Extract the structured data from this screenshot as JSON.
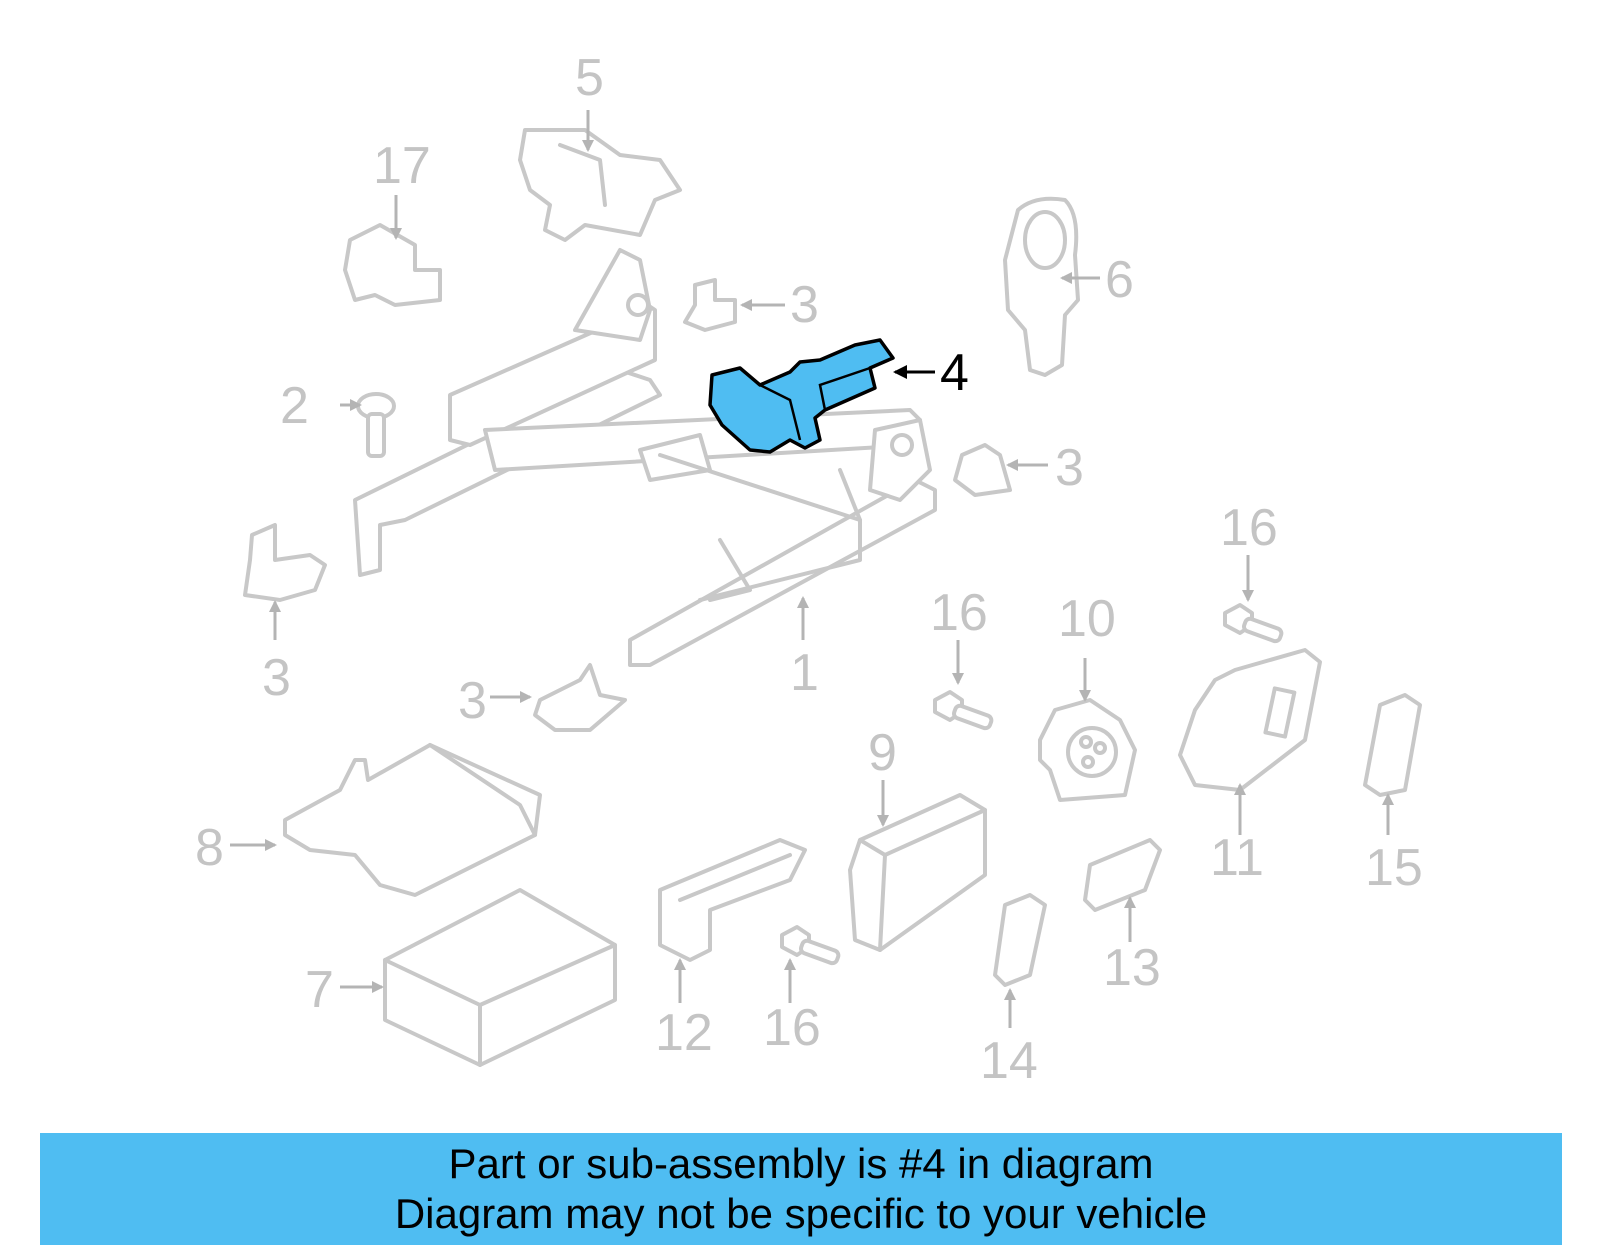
{
  "colors": {
    "highlight": "#4fbdf2",
    "banner": "#4fbdf2",
    "inactive_line": "#c8c8c8",
    "inactive_text": "#c4c4c4",
    "active_text": "#000000"
  },
  "highlighted_part": "4",
  "callouts": {
    "c1": "1",
    "c2": "2",
    "c3a": "3",
    "c3b": "3",
    "c3c": "3",
    "c3d": "3",
    "c4": "4",
    "c5": "5",
    "c6": "6",
    "c7": "7",
    "c8": "8",
    "c9": "9",
    "c10": "10",
    "c11": "11",
    "c12": "12",
    "c13": "13",
    "c14": "14",
    "c15": "15",
    "c16a": "16",
    "c16b": "16",
    "c16c": "16",
    "c17": "17"
  },
  "banner": {
    "line1": "Part or sub-assembly is #4 in diagram",
    "line2": "Diagram may not be specific to your vehicle"
  }
}
